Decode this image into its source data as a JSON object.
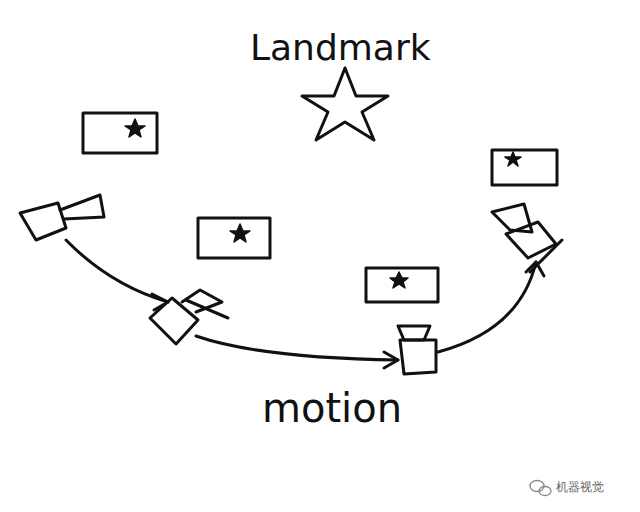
{
  "diagram": {
    "labels": [
      "Landmark",
      "motion",
      "机器视觉"
    ]
  }
}
